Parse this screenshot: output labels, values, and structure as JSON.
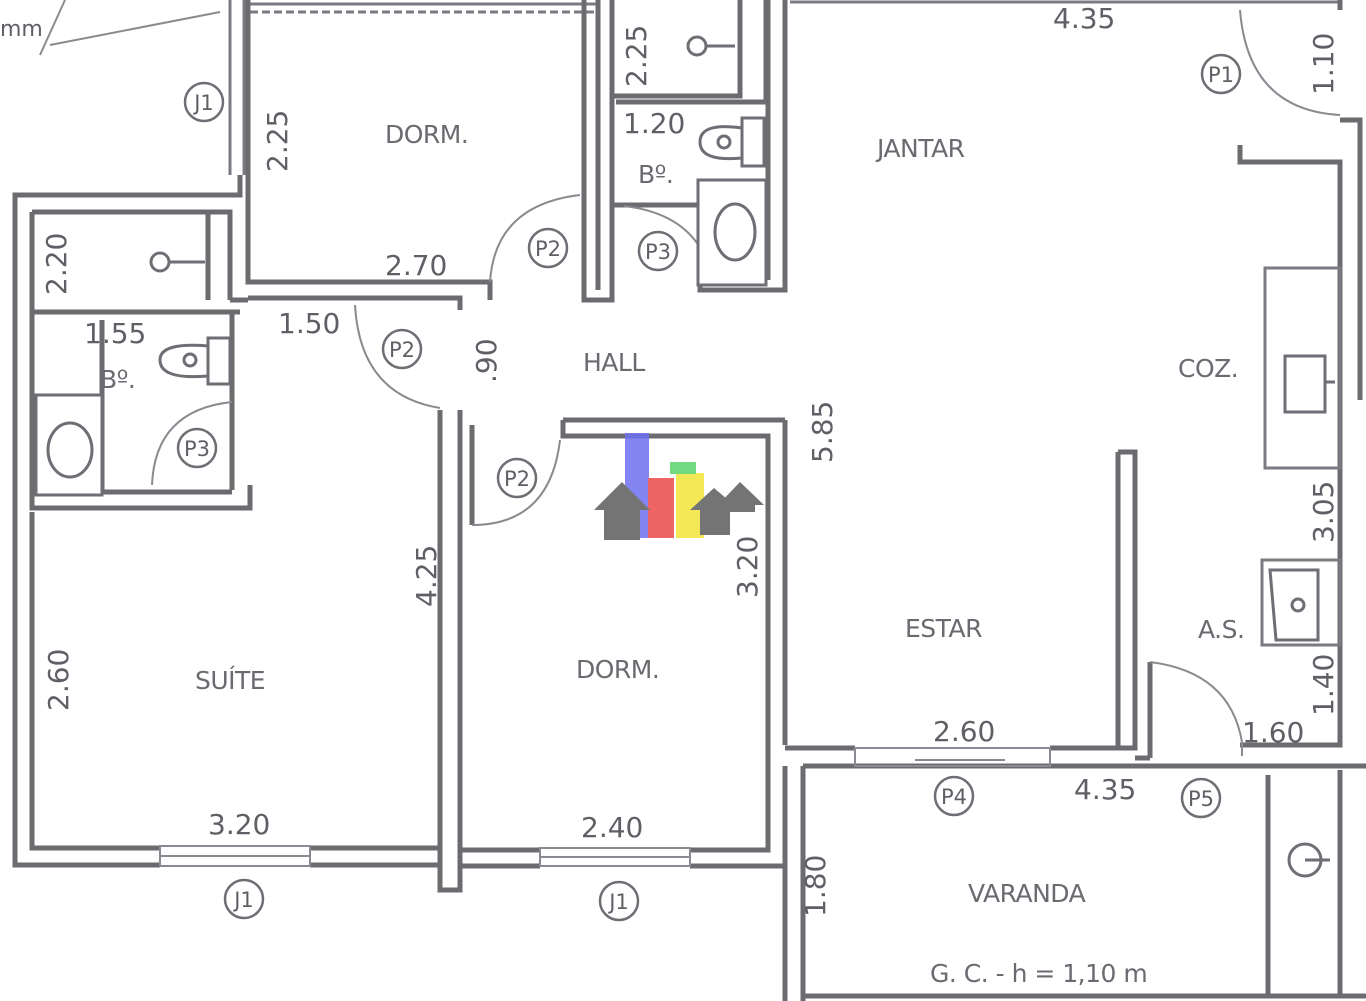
{
  "rooms": {
    "dorm_top": "DORM.",
    "jantar": "JANTAR",
    "bath_top": "Bº.",
    "bath_left": "Bº.",
    "hall": "HALL",
    "coz": "COZ.",
    "suite": "SUÍTE",
    "dorm_mid": "DORM.",
    "estar": "ESTAR",
    "as": "A.S.",
    "varanda": "VARANDA",
    "gc_note": "G. C. - h = 1,10 m"
  },
  "dims": {
    "d_435_top": "4.35",
    "d_110": "1.10",
    "d_225_left": "2.25",
    "d_225_bath": "2.25",
    "d_120": "1.20",
    "d_270": "2.70",
    "d_220": "2.20",
    "d_155": "1.55",
    "d_150": "1.50",
    "d_90": ".90",
    "d_585": "5.85",
    "d_425": "4.25",
    "d_320_v": "3.20",
    "d_305": "3.05",
    "d_260_v": "2.60",
    "d_260_h": "2.60",
    "d_140": "1.40",
    "d_160": "1.60",
    "d_435_bot": "4.35",
    "d_320_h": "3.20",
    "d_240": "2.40",
    "d_180": "1.80",
    "mm_label": "mm"
  },
  "tags": {
    "j1_top": "J1",
    "p1": "P1",
    "p2_top": "P2",
    "p3_top": "P3",
    "p2_hall": "P2",
    "p3_left": "P3",
    "p2_mid": "P2",
    "p4": "P4",
    "p5": "P5",
    "j1_suite": "J1",
    "j1_dorm": "J1"
  },
  "colors": {
    "logo_blue": "#6f6ff0",
    "logo_red": "#ea4a4a",
    "logo_yellow": "#f4e53a",
    "logo_green": "#59d36a",
    "logo_grey": "#5c5c5e"
  }
}
